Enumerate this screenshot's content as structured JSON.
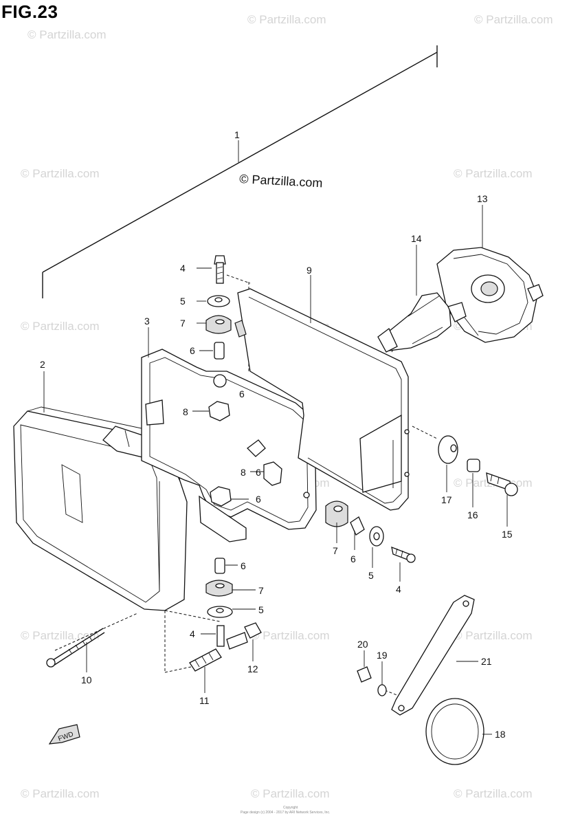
{
  "figure": {
    "title": "FIG.23"
  },
  "watermark": {
    "text": "© Partzilla.com",
    "main_text": "© Partzilla.com"
  },
  "footer": {
    "line1": "Copyright",
    "line2": "Page design (c) 2004 - 2017 by ARI Network Services, Inc."
  },
  "fwd_label": "FWD",
  "callouts": [
    "1",
    "2",
    "3",
    "4",
    "5",
    "6",
    "7",
    "8",
    "9",
    "10",
    "11",
    "12",
    "13",
    "14",
    "15",
    "16",
    "17",
    "18",
    "19",
    "20",
    "21"
  ]
}
